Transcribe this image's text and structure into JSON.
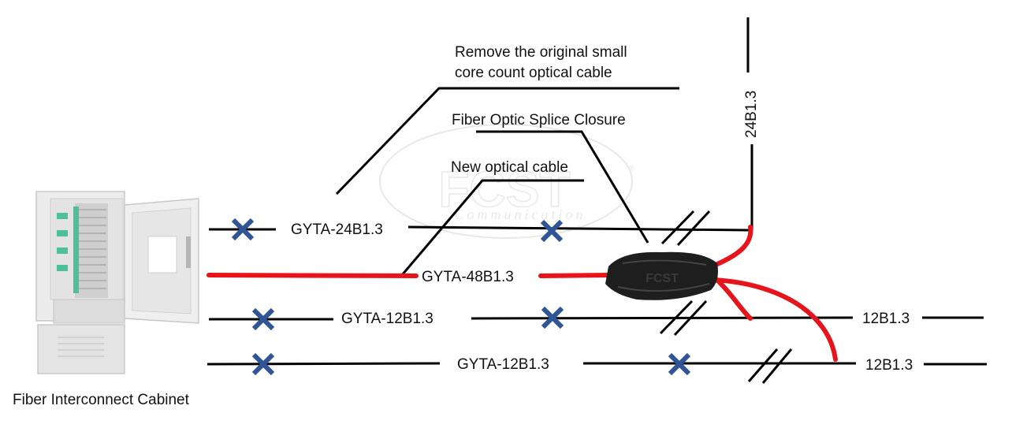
{
  "colors": {
    "old_cable": "#000000",
    "new_cable": "#e8141b",
    "cross_mark": "#2f5597",
    "leader": "#000000",
    "closure_body": "#1e1e1e",
    "cabinet_body": "#e9e9e9",
    "cabinet_frame": "#d4d4d4",
    "module_green": "#4fbf9a"
  },
  "annotations": {
    "remove_line1": "Remove the original small",
    "remove_line2": "core count optical cable",
    "splice_closure": "Fiber Optic Splice Closure",
    "new_cable": "New optical cable",
    "cabinet": "Fiber Interconnect Cabinet"
  },
  "cables": {
    "c1": "GYTA-24B1.3",
    "c2": "GYTA-48B1.3",
    "c3": "GYTA-12B1.3",
    "c4": "GYTA-12B1.3"
  },
  "branches": {
    "vertical": "24B1.3",
    "right_upper": "12B1.3",
    "right_lower": "12B1.3"
  },
  "watermark": {
    "brand": "FCST",
    "sub": "Communication",
    "reg": "®"
  },
  "icons": {
    "cross": "x-mark-icon",
    "break": "double-slash-icon"
  }
}
